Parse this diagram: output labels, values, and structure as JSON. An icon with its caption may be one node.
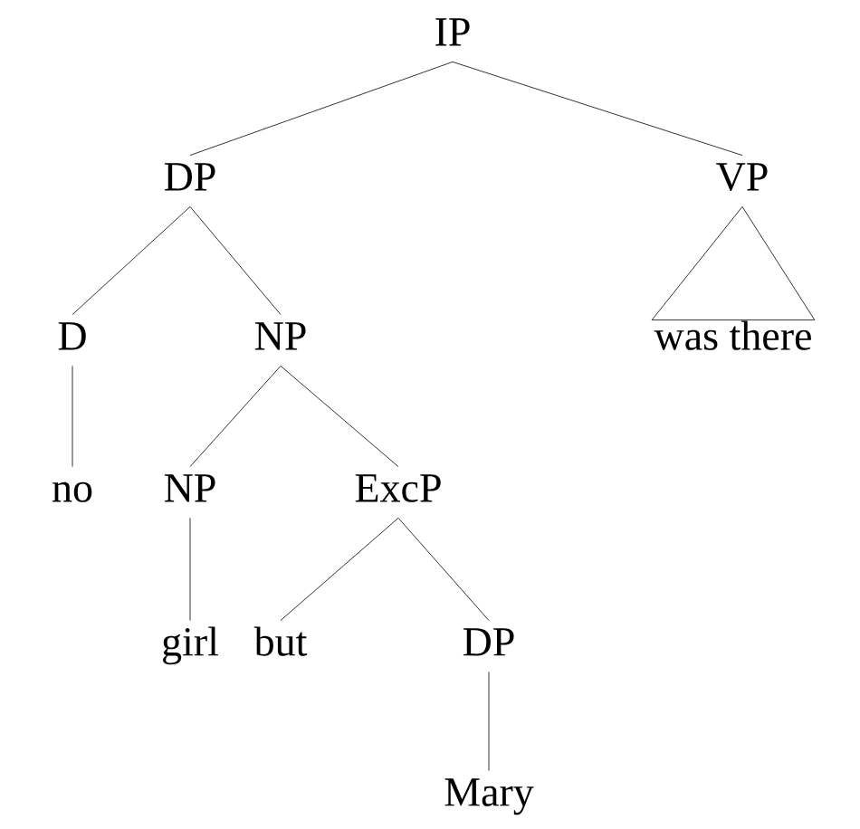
{
  "diagram": {
    "nodes": [
      {
        "text": [
          "IP"
        ]
      },
      {
        "text": [
          "DP"
        ]
      },
      {
        "text": [
          "VP"
        ]
      },
      {
        "text": [
          "D"
        ]
      },
      {
        "text": [
          "NP"
        ]
      },
      {
        "text": [
          "was there"
        ]
      },
      {
        "text": [
          "no"
        ]
      },
      {
        "text": [
          "NP"
        ]
      },
      {
        "text": [
          "ExcP"
        ]
      },
      {
        "text": [
          "girl"
        ]
      },
      {
        "text": [
          "but"
        ]
      },
      {
        "text": [
          "DP"
        ]
      },
      {
        "text": [
          "Mary"
        ]
      }
    ],
    "edges": [
      {
        "from": 0,
        "to": 1,
        "arrow": "none"
      },
      {
        "from": 0,
        "to": 2,
        "arrow": "none"
      },
      {
        "from": 1,
        "to": 3,
        "arrow": "none"
      },
      {
        "from": 1,
        "to": 4,
        "arrow": "none"
      },
      {
        "from": 2,
        "to": 5,
        "arrow": "none"
      },
      {
        "from": 3,
        "to": 6,
        "arrow": "none"
      },
      {
        "from": 4,
        "to": 7,
        "arrow": "none"
      },
      {
        "from": 4,
        "to": 8,
        "arrow": "none"
      },
      {
        "from": 7,
        "to": 9,
        "arrow": "none"
      },
      {
        "from": 8,
        "to": 10,
        "arrow": "none"
      },
      {
        "from": 8,
        "to": 11,
        "arrow": "none"
      },
      {
        "from": 11,
        "to": 12,
        "arrow": "none"
      }
    ]
  }
}
